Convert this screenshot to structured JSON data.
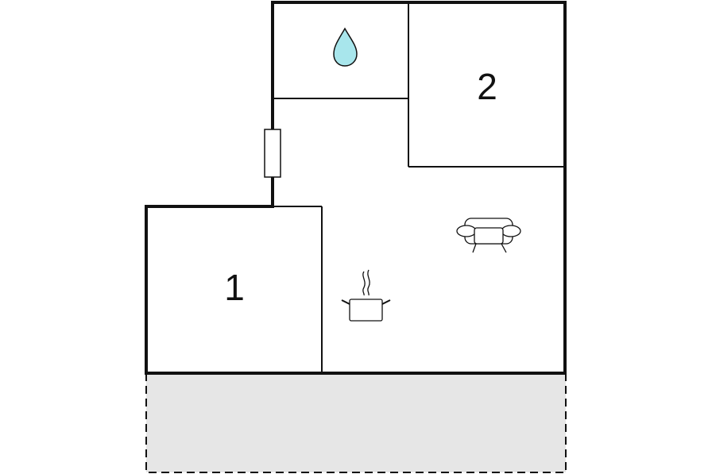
{
  "floorplan": {
    "rooms": [
      {
        "id": "bedroom-1",
        "number": "1"
      },
      {
        "id": "bedroom-2",
        "number": "2"
      }
    ],
    "icons": [
      {
        "room": "bathroom",
        "icon": "water-drop-icon"
      },
      {
        "room": "living-area",
        "icon": "sofa-icon"
      },
      {
        "room": "kitchen",
        "icon": "cooking-pot-icon"
      },
      {
        "room": "wall",
        "icon": "door-icon"
      }
    ],
    "terrace": {
      "style": "dashed-outline"
    },
    "colors": {
      "wall": "#111111",
      "water_drop": "#a8e6ec",
      "terrace_fill": "#e6e6e6",
      "background": "#ffffff"
    }
  }
}
